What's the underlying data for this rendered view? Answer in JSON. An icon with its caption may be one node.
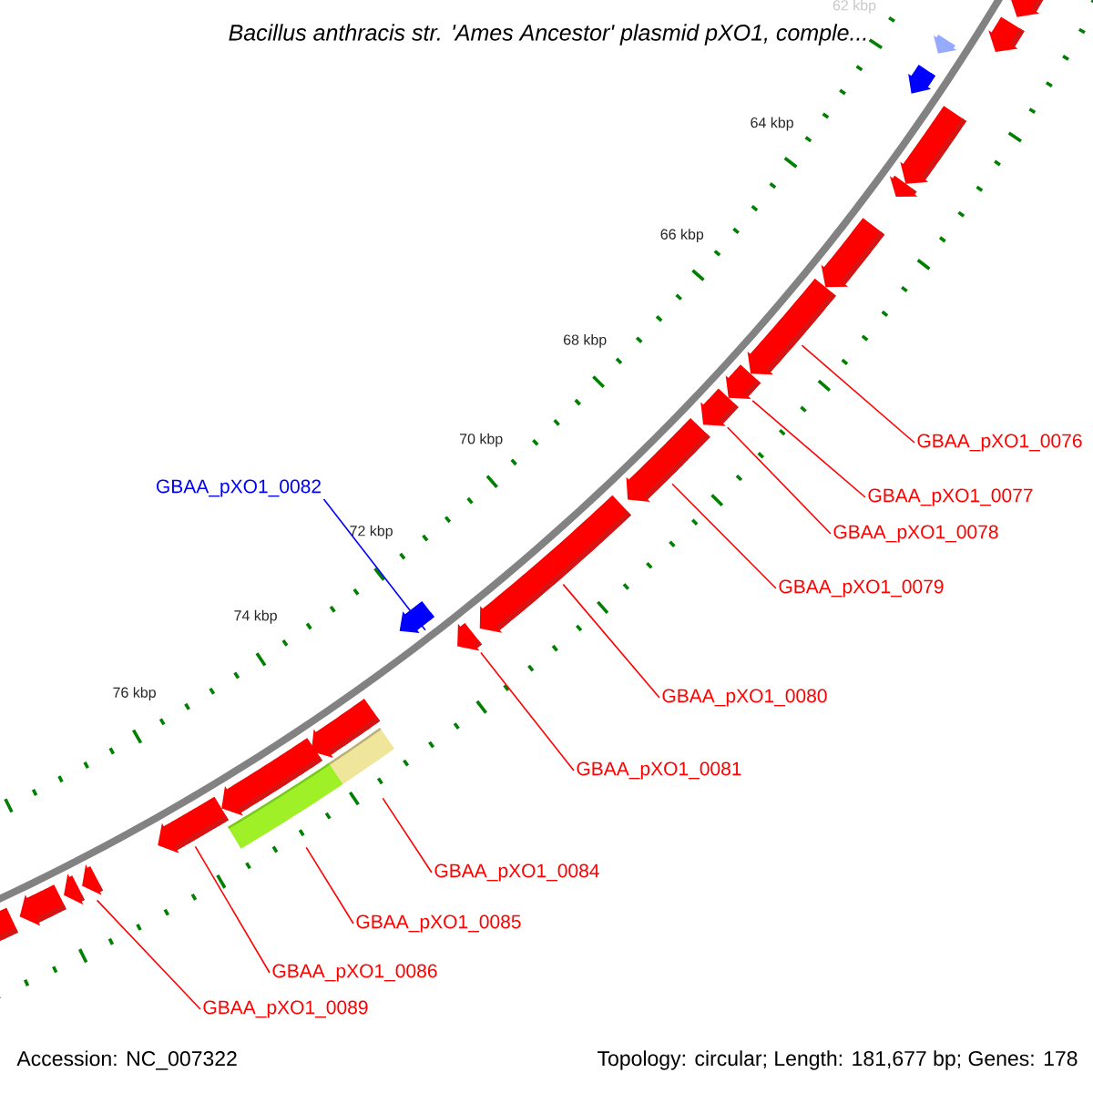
{
  "diagram": {
    "title": "Bacillus anthracis str. 'Ames Ancestor' plasmid pXO1, comple...",
    "nodes": [
      {
        "text": [
          "GBAA_pXO1_0076"
        ]
      },
      {
        "text": [
          "GBAA_pXO1_0082"
        ]
      },
      {
        "text": [
          "GBAA_pXO1_0077"
        ]
      },
      {
        "text": [
          "GBAA_pXO1_0078"
        ]
      },
      {
        "text": [
          "GBAA_pXO1_0079"
        ]
      },
      {
        "text": [
          "GBAA_pXO1_0080"
        ]
      },
      {
        "text": [
          "GBAA_pXO1_0081"
        ]
      },
      {
        "text": [
          "GBAA_pXO1_0084"
        ]
      },
      {
        "text": [
          "GBAA_pXO1_0085"
        ]
      },
      {
        "text": [
          "GBAA_pXO1_0086"
        ]
      },
      {
        "text": [
          "GBAA_pXO1_0089"
        ]
      },
      {
        "text": [],
        "shape": "bar"
      },
      {
        "text": [],
        "shape": "bar"
      },
      {
        "text": [],
        "shape": "arrow"
      },
      {
        "text": [],
        "shape": "arrow"
      },
      {
        "text": [],
        "shape": "arrow"
      },
      {
        "text": [],
        "shape": "arrow"
      },
      {
        "text": [],
        "shape": "arrow"
      },
      {
        "text": [],
        "shape": "arrow"
      },
      {
        "text": [],
        "shape": "arrow"
      },
      {
        "text": [],
        "shape": "arrow"
      },
      {
        "text": [],
        "shape": "arrow"
      },
      {
        "text": [],
        "shape": "arrow"
      },
      {
        "text": [],
        "shape": "arrow"
      },
      {
        "text": [],
        "shape": "arrow"
      },
      {
        "text": [],
        "shape": "arrow"
      },
      {
        "text": [],
        "shape": "arrow"
      },
      {
        "text": [],
        "shape": "arrow"
      },
      {
        "text": [],
        "shape": "arrow"
      },
      {
        "text": [],
        "shape": "arrow"
      },
      {
        "text": [],
        "shape": "arrow"
      },
      {
        "text": [],
        "shape": "arrow"
      },
      {
        "text": [],
        "shape": "arrow"
      },
      {
        "text": [],
        "shape": "arrow"
      }
    ],
    "edges": [
      {
        "from": 0,
        "to": 13,
        "arrow": "none"
      },
      {
        "from": 1,
        "to": 18,
        "arrow": "none",
        "color": "#0000ff"
      },
      {
        "from": 2,
        "to": 14,
        "arrow": "none"
      },
      {
        "from": 3,
        "to": 15,
        "arrow": "none"
      },
      {
        "from": 4,
        "to": 16,
        "arrow": "none"
      },
      {
        "from": 5,
        "to": 17,
        "arrow": "none"
      },
      {
        "from": 6,
        "to": 19,
        "arrow": "none"
      },
      {
        "from": 7,
        "to": 12,
        "arrow": "none"
      },
      {
        "from": 8,
        "to": 11,
        "arrow": "none"
      },
      {
        "from": 9,
        "to": 20,
        "arrow": "none"
      },
      {
        "from": 10,
        "to": 21,
        "arrow": "none"
      }
    ],
    "labels": [
      "62 kbp",
      "64 kbp",
      "66 kbp",
      "68 kbp",
      "70 kbp",
      "72 kbp",
      "74 kbp",
      "76 kbp",
      "Accession: NC_007322",
      "Topology: circular; Length: 181,677 bp; Genes: 178"
    ]
  }
}
